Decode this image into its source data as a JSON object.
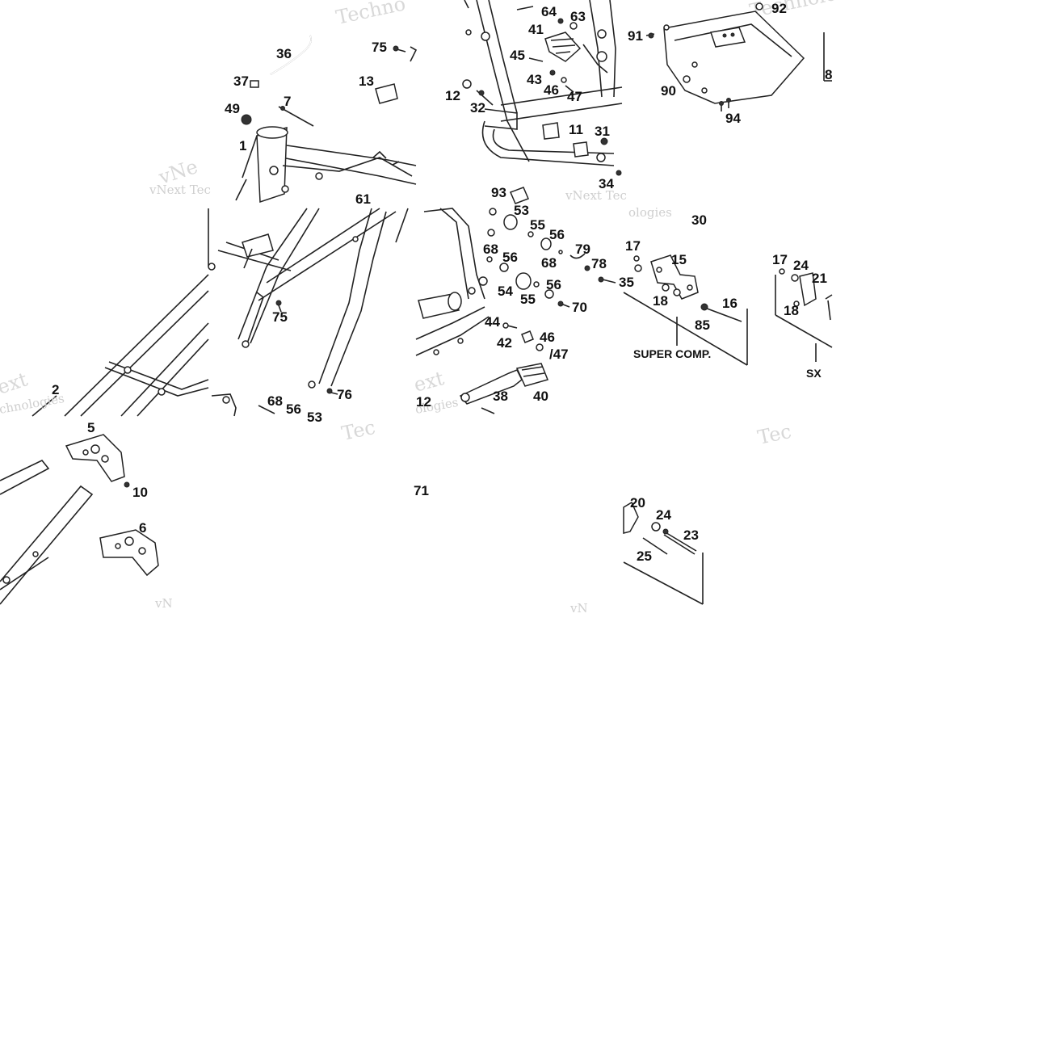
{
  "watermarks": {
    "a": "Techno",
    "b": "vNext Tec",
    "c": "Technolo",
    "d": "vNext Tec",
    "e": "ologies",
    "f": "ext",
    "g": "chnologies",
    "h": "Tec",
    "i": "ext",
    "j": "Tec",
    "k": "vN",
    "l": "vN",
    "m": "ologies"
  },
  "labels": {
    "super_comp": "SUPER COMP.",
    "sx": "SX"
  },
  "callouts": {
    "n1": "1",
    "n2": "2",
    "n5": "5",
    "n6": "6",
    "n7": "7",
    "n10": "10",
    "n11": "11",
    "n12a": "12",
    "n12b": "12",
    "n13": "13",
    "n15": "15",
    "n16": "16",
    "n17a": "17",
    "n17b": "17",
    "n18a": "18",
    "n18b": "18",
    "n20": "20",
    "n21": "21",
    "n23": "23",
    "n24a": "24",
    "n24b": "24",
    "n25": "25",
    "n30": "30",
    "n31": "31",
    "n32": "32",
    "n34": "34",
    "n35": "35",
    "n36": "36",
    "n37": "37",
    "n38": "38",
    "n40": "40",
    "n41": "41",
    "n42": "42",
    "n43": "43",
    "n44": "44",
    "n45": "45",
    "n46a": "46",
    "n46b": "46",
    "n47a": "47",
    "n47b": "/47",
    "n49": "49",
    "n53a": "53",
    "n53b": "53",
    "n54": "54",
    "n55a": "55",
    "n55b": "55",
    "n56a": "56",
    "n56b": "56",
    "n56c": "56",
    "n56d": "56",
    "n61": "61",
    "n63": "63",
    "n64": "64",
    "n68a": "68",
    "n68b": "68",
    "n68c": "68",
    "n70": "70",
    "n71": "71",
    "n75a": "75",
    "n75b": "75",
    "n76": "76",
    "n78": "78",
    "n79": "79",
    "n85": "85",
    "n8": "8",
    "n90": "90",
    "n91": "91",
    "n92": "92",
    "n93": "93",
    "n94": "94"
  }
}
